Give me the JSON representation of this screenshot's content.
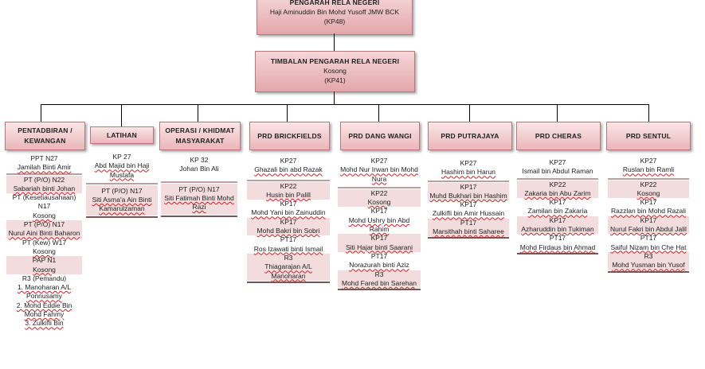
{
  "pengarah": {
    "title": "PENGARAH RELA NEGERI",
    "name": "Haji Aminuddin  Bin  Mohd Yusoff JMW BCK",
    "grade": "(KP48)"
  },
  "timbalan": {
    "title": "TIMBALAN PENGARAH RELA NEGERI",
    "name": "Kosong",
    "grade": "(KP41)"
  },
  "departments": [
    {
      "title": "PENTADBIRAN / KEWANGAN",
      "entries": [
        {
          "rank": "PPT N27",
          "name": "Jamilah Binti Amir",
          "pink": false
        },
        {
          "rank": "PT (P/O) N22",
          "name": "Sabariah binti Johan",
          "pink": true
        },
        {
          "rank": "PT (Kesetiausahaan) N17",
          "name": "Kosong",
          "pink": false
        },
        {
          "rank": "PT (P/O) N17",
          "name": "Nurul Aini Binti Baharon",
          "pink": true
        },
        {
          "rank": "PT (Kew) W17",
          "name": "Kosong",
          "pink": false
        },
        {
          "rank": "PAP N1",
          "name": "Kosong",
          "pink": true
        },
        {
          "rank": "R3 (Pemandu)",
          "name": "1. Manoharan A/L Ponnusamy",
          "pink": false
        },
        {
          "rank": "",
          "name": "2. Mohd Eddie Bin Mohd Fahmy",
          "pink": false
        },
        {
          "rank": "",
          "name": "3. Zulkifli Bin",
          "pink": false
        }
      ]
    },
    {
      "title": "LATIHAN",
      "entries": [
        {
          "rank": "KP 27",
          "name": "Abd Majid bin Haji Mustafa",
          "pink": false
        },
        {
          "rank": "PT (P/O) N17",
          "name": "Siti Asma'a Ain Binti Kamarulzaman",
          "pink": true
        }
      ]
    },
    {
      "title": "OPERASI / KHIDMAT MASYARAKAT",
      "entries": [
        {
          "rank": "KP 32",
          "name": "Johan Bin Ali",
          "pink": false
        },
        {
          "rank": "PT (P/O) N17",
          "name": "Siti Fatimah Binti Mohd Razi",
          "pink": true
        }
      ]
    },
    {
      "title": "PRD BRICKFIELDS",
      "entries": [
        {
          "rank": "KP27",
          "name": "Ghazali bin abd Razak",
          "pink": false
        },
        {
          "rank": "KP22",
          "name": "Husin bin Palill",
          "pink": true
        },
        {
          "rank": "KP17",
          "name": "Mohd Yani bin Zainuddin",
          "pink": false
        },
        {
          "rank": "KP17",
          "name": "Mohd Bakri bin Sobri",
          "pink": true
        },
        {
          "rank": "PT17",
          "name": "Ros Izawati binti Ismail",
          "pink": false
        },
        {
          "rank": "R3",
          "name": "Thiagarajan A/L Manoharan",
          "pink": true
        }
      ]
    },
    {
      "title": "PRD DANG WANGI",
      "entries": [
        {
          "rank": "KP27",
          "name": "Mohd Nur Irwan bin Mohd Nura",
          "pink": false
        },
        {
          "rank": "KP22",
          "name": "Kosong",
          "pink": true
        },
        {
          "rank": "KP17",
          "name": "Mohd Ushry bin Abd Rahim",
          "pink": false
        },
        {
          "rank": "KP17",
          "name": "Siti Hajar binti Saarani",
          "pink": true
        },
        {
          "rank": "PT17",
          "name": "Norazurah binti Aziz",
          "pink": false
        },
        {
          "rank": "R3",
          "name": "Mohd Fared bin Sarehan",
          "pink": true
        }
      ]
    },
    {
      "title": "PRD PUTRAJAYA",
      "entries": [
        {
          "rank": "KP27",
          "name": "Hashim bin Harun",
          "pink": false
        },
        {
          "rank": "KP17",
          "name": "Muhd Bukhari bin Hashim",
          "pink": true
        },
        {
          "rank": "KP17",
          "name": "Zulkifli bin Amir Hussain",
          "pink": false
        },
        {
          "rank": "PT17",
          "name": "Marsithah binti Saharee",
          "pink": true
        }
      ]
    },
    {
      "title": "PRD CHERAS",
      "entries": [
        {
          "rank": "KP27",
          "name": "Ismail bin Abdul Raman",
          "pink": false
        },
        {
          "rank": "KP22",
          "name": "Zakaria bin Abu Zarim",
          "pink": true
        },
        {
          "rank": "KP17",
          "name": "Zamilan bin Zakaria",
          "pink": false
        },
        {
          "rank": "KP17",
          "name": "Azharuddin bin Tukiman",
          "pink": true
        },
        {
          "rank": "PT17",
          "name": "Mohd Firdaus bin Ahmad",
          "pink": false
        }
      ]
    },
    {
      "title": "PRD SENTUL",
      "entries": [
        {
          "rank": "KP27",
          "name": "Ruslan bin Ramli",
          "pink": false
        },
        {
          "rank": "KP22",
          "name": "Kosong",
          "pink": true
        },
        {
          "rank": "KP17",
          "name": "Razzlan bin Mohd Razali",
          "pink": false
        },
        {
          "rank": "KP17",
          "name": "Nurul Fakri bin Abdul Jalil",
          "pink": true
        },
        {
          "rank": "PT17",
          "name": "Saiful Nizam bin Che Hat",
          "pink": false
        },
        {
          "rank": "R3",
          "name": "Mohd Yusman bin Yusof",
          "pink": true
        }
      ]
    }
  ]
}
